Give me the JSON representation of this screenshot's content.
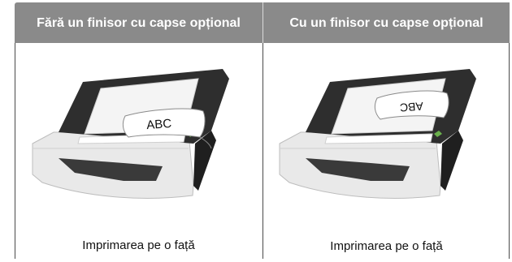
{
  "table": {
    "columns": [
      {
        "header": "Fără un finisor cu capse opțional",
        "image": "paper-tray-abc-letterhead-upright",
        "label_on_paper": "ABC",
        "caption": "Imprimarea pe o față"
      },
      {
        "header": "Cu un finisor cu capse opțional",
        "image": "paper-tray-abc-letterhead-rotated",
        "label_on_paper": "ABC",
        "caption": "Imprimarea pe o față"
      }
    ]
  },
  "colors": {
    "header_bg": "#8a8a8a",
    "header_text": "#ffffff",
    "border": "#4a4a4a"
  }
}
